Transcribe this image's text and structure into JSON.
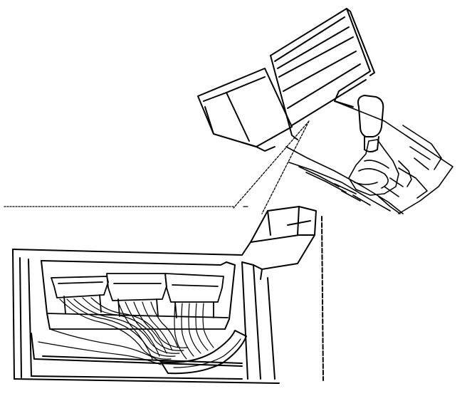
{
  "illustration": {
    "stroke_color": "#000000",
    "background_color": "#ffffff",
    "parts": [
      "console-panel",
      "radio-face",
      "gear-shifter",
      "shift-boot",
      "shifter-surround",
      "callout-lines",
      "detail-enclosure",
      "connector-row",
      "wire-harness"
    ]
  }
}
